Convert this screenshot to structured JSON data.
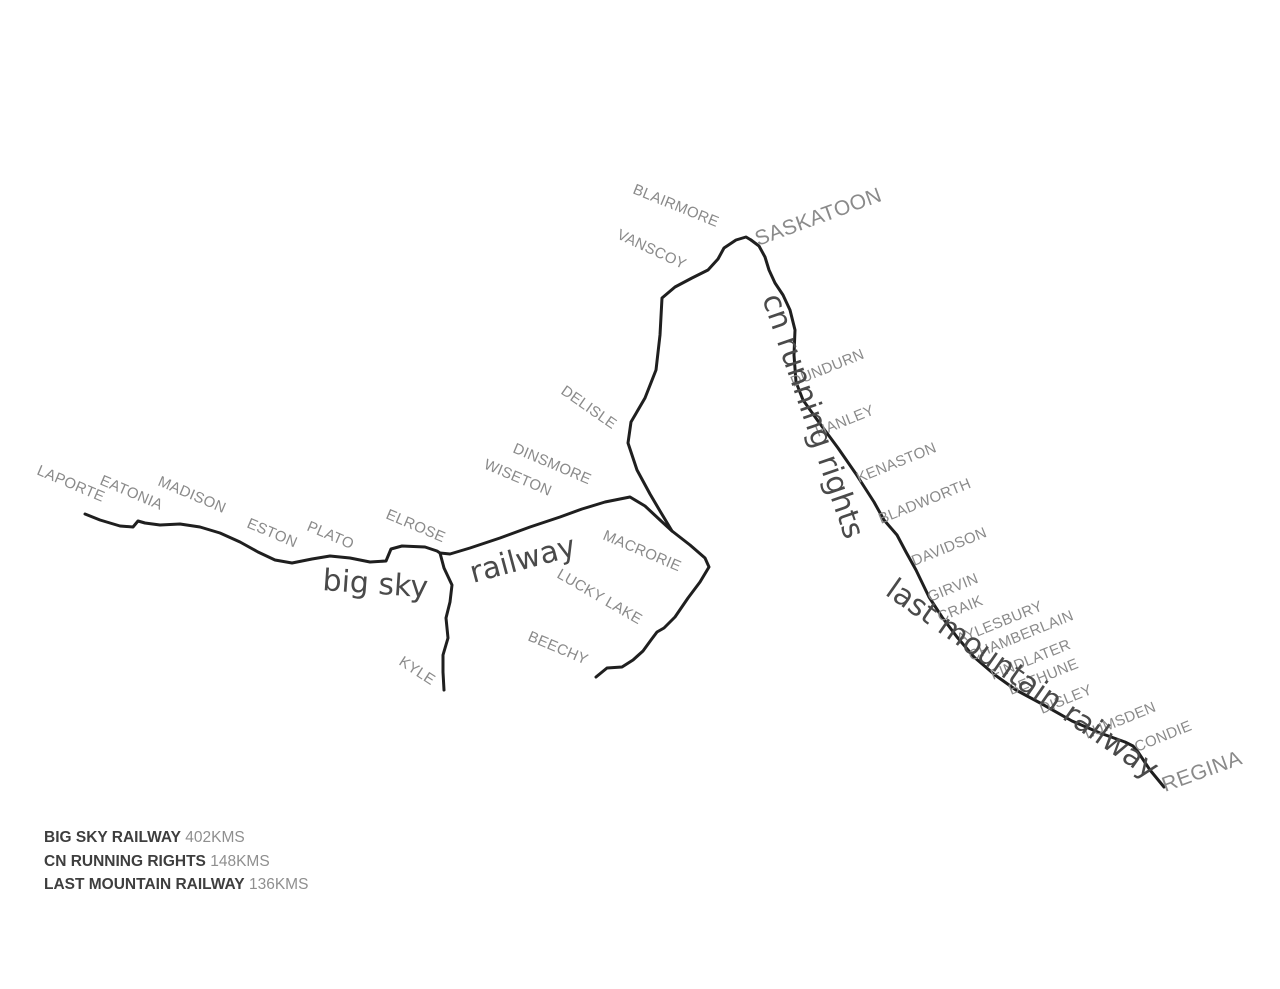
{
  "map": {
    "cities": {
      "saskatoon": "SASKATOON",
      "regina": "REGINA"
    },
    "stations": {
      "laporte": "LAPORTE",
      "eatonia": "EATONIA",
      "madison": "MADISON",
      "eston": "ESTON",
      "plato": "PLATO",
      "elrose": "ELROSE",
      "kyle": "KYLE",
      "dinsmore": "DINSMORE",
      "wiseton": "WISETON",
      "macrorie": "MACRORIE",
      "lucky_lake": "LUCKY LAKE",
      "beechy": "BEECHY",
      "delisle": "DELISLE",
      "vanscoy": "VANSCOY",
      "blairmore": "BLAIRMORE",
      "dundurn": "DUNDURN",
      "hanley": "HANLEY",
      "kenaston": "KENASTON",
      "bladworth": "BLADWORTH",
      "davidson": "DAVIDSON",
      "girvin": "GIRVIN",
      "craik": "CRAIK",
      "aylesbury": "AYLESBURY",
      "chamberlain": "CHAMBERLAIN",
      "findlater": "FINDLATER",
      "bethune": "BETHUNE",
      "disley": "DISLEY",
      "lumsden": "LUMSDEN",
      "condie": "CONDIE"
    },
    "railway_labels": {
      "big_sky_1": "big sky",
      "big_sky_2": "railway",
      "cn": "cn running rights",
      "last_mountain": "last mountain railway"
    }
  },
  "legend": [
    {
      "name": "BIG SKY RAILWAY",
      "length": "402KMS"
    },
    {
      "name": "CN RUNNING RIGHTS",
      "length": "148KMS"
    },
    {
      "name": "LAST MOUNTAIN RAILWAY",
      "length": "136KMS"
    }
  ]
}
